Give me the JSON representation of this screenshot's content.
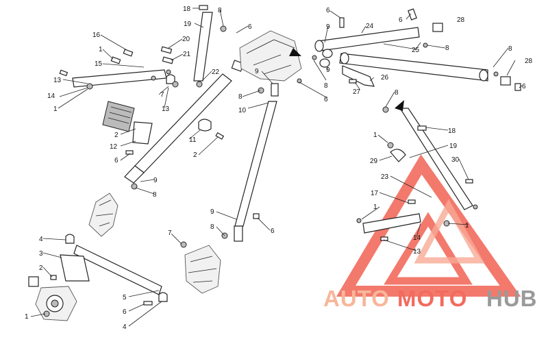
{
  "callouts": [
    "1",
    "2",
    "3",
    "4",
    "5",
    "6",
    "7",
    "8",
    "9",
    "10",
    "11",
    "12",
    "13",
    "14",
    "15",
    "16",
    "17",
    "18",
    "19",
    "20",
    "21",
    "22",
    "23",
    "24",
    "25",
    "26",
    "27",
    "28",
    "29",
    "30"
  ],
  "watermark": {
    "part1": "AUTO",
    "part2": "MOTO",
    "part3": "HUB",
    "color_primary": "#f7b79a",
    "color_accent": "#f26b5e",
    "color_dark": "#9a9a9a"
  },
  "colors": {
    "line": "#222222",
    "fill_dark": "#bbbbbb",
    "background": "#ffffff"
  }
}
